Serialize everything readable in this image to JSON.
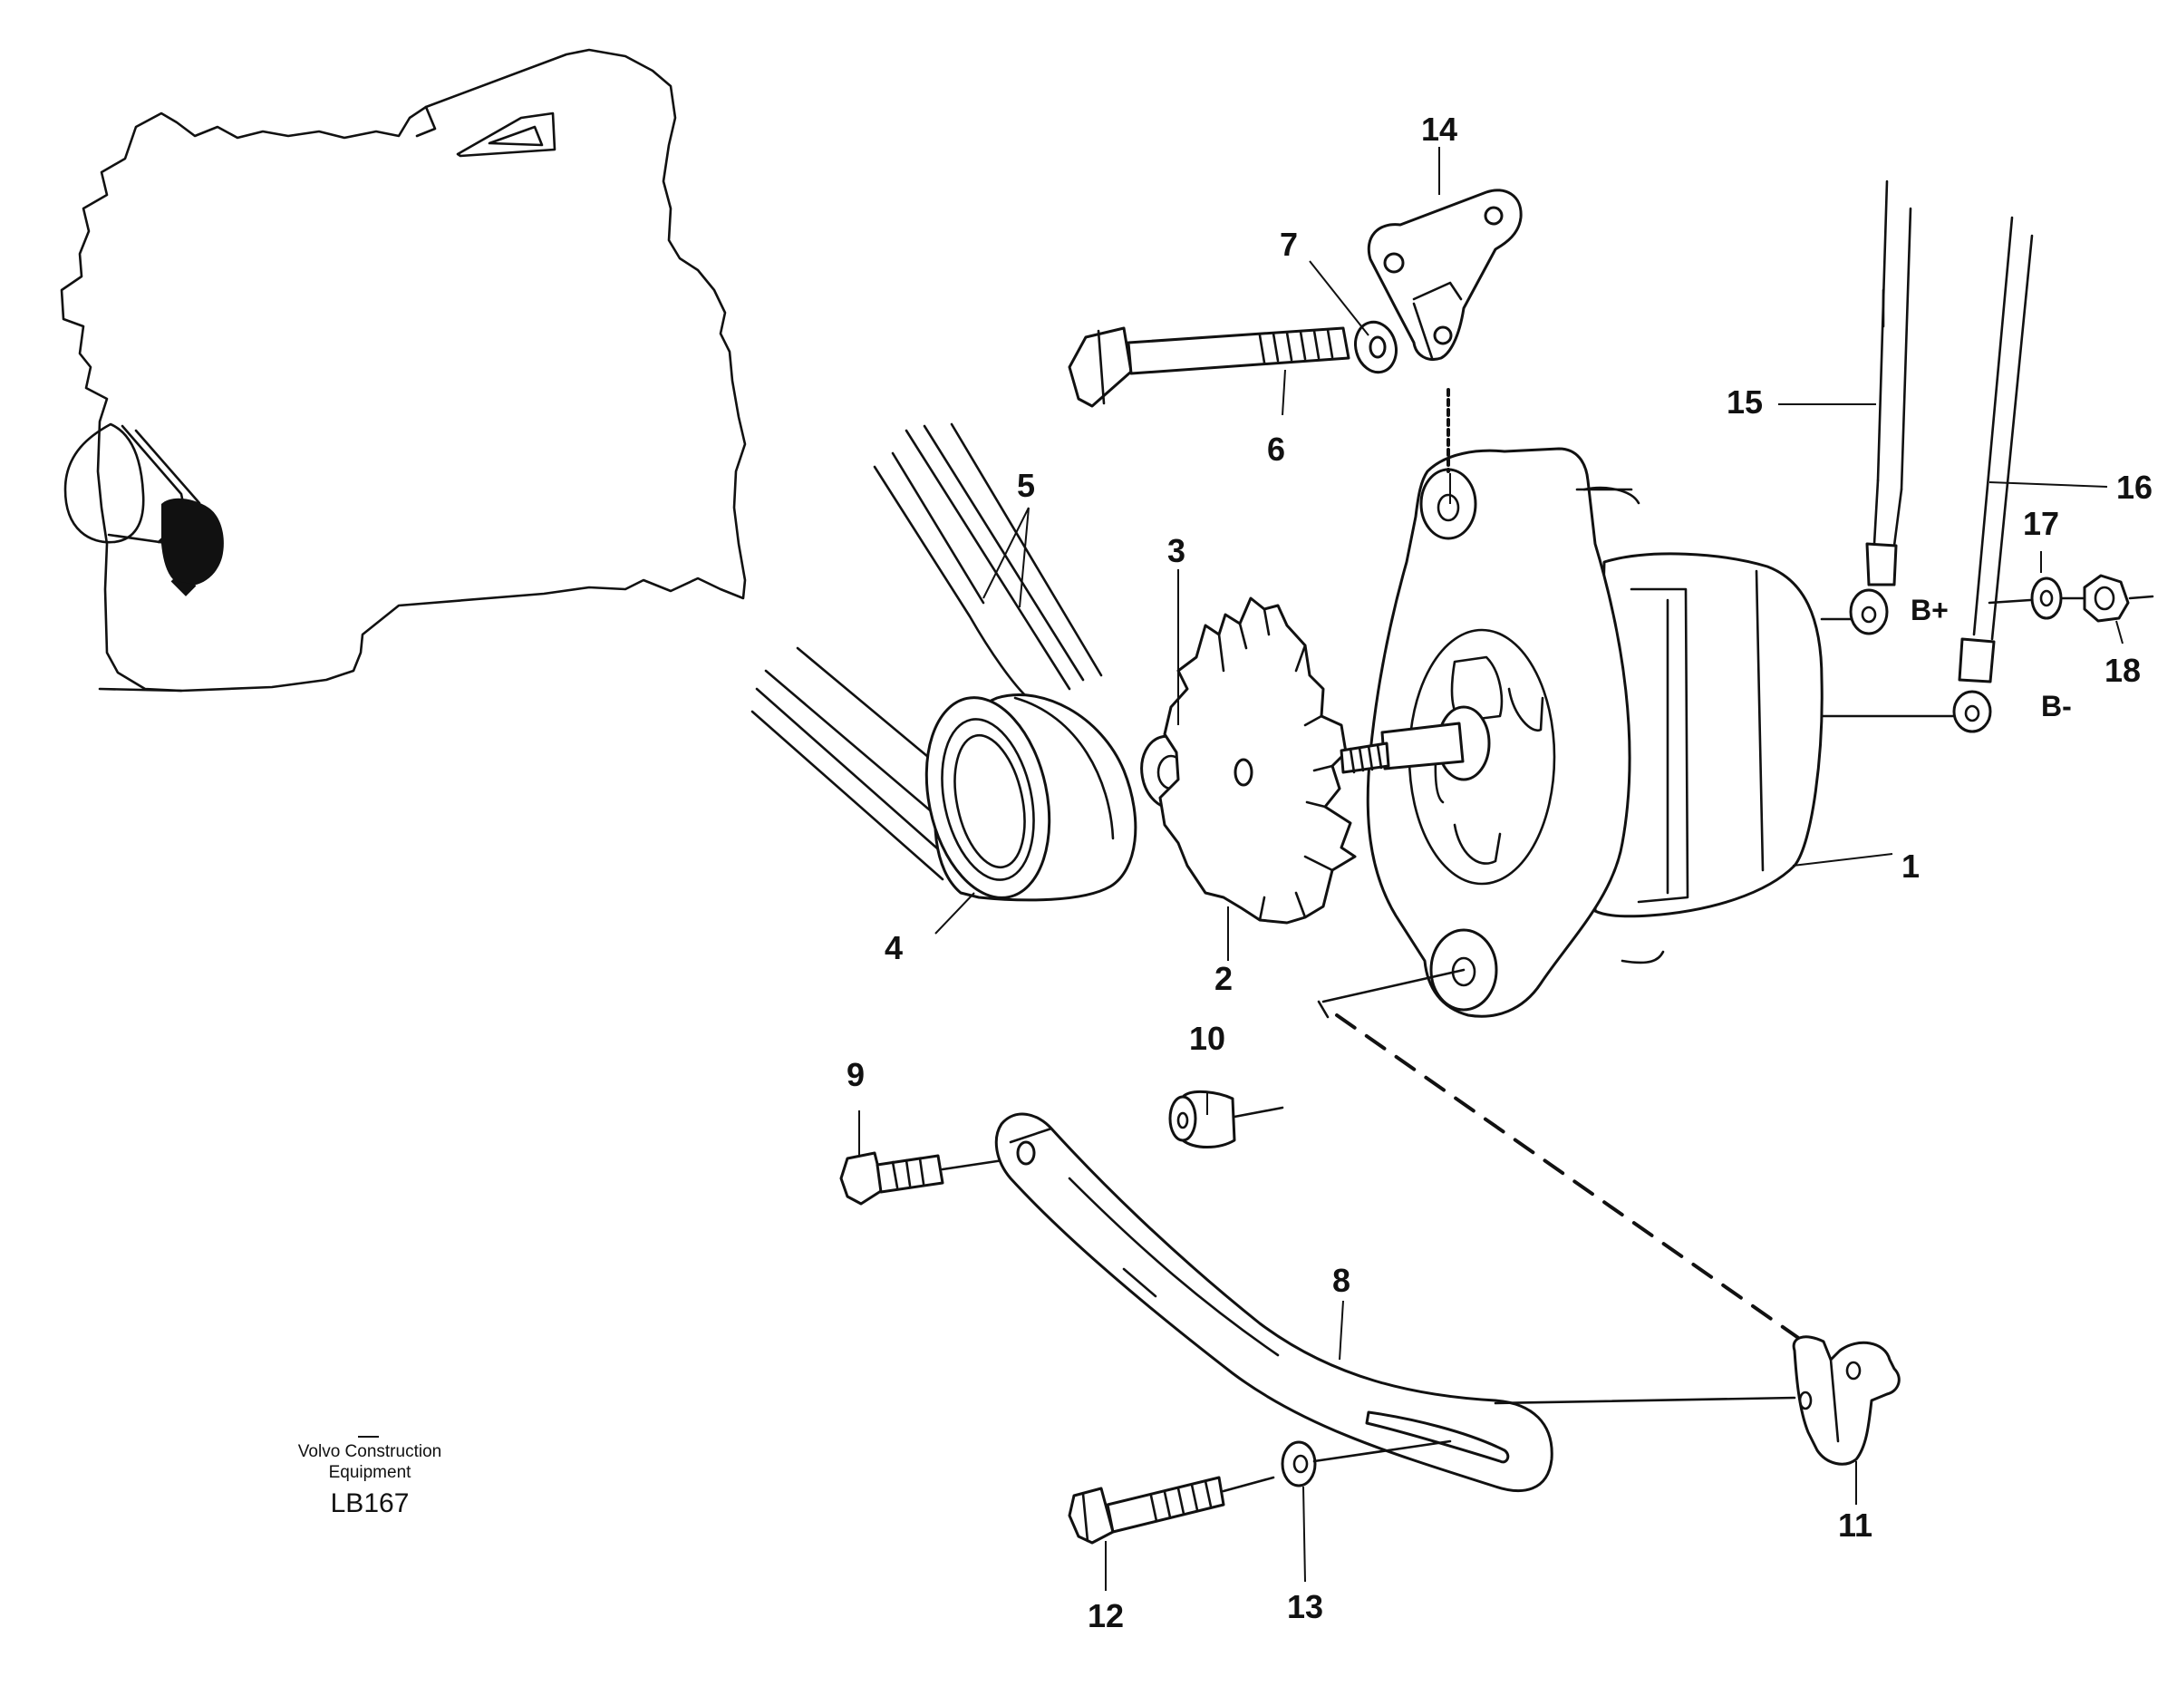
{
  "callouts": [
    "1",
    "2",
    "3",
    "4",
    "5",
    "6",
    "7",
    "8",
    "9",
    "10",
    "11",
    "12",
    "13",
    "14",
    "15",
    "16",
    "17",
    "18"
  ],
  "terminals": {
    "b_plus": "B+",
    "b_minus": "B-"
  },
  "credit": {
    "line1": "Volvo Construction",
    "line2": "Equipment",
    "code": "LB167"
  }
}
